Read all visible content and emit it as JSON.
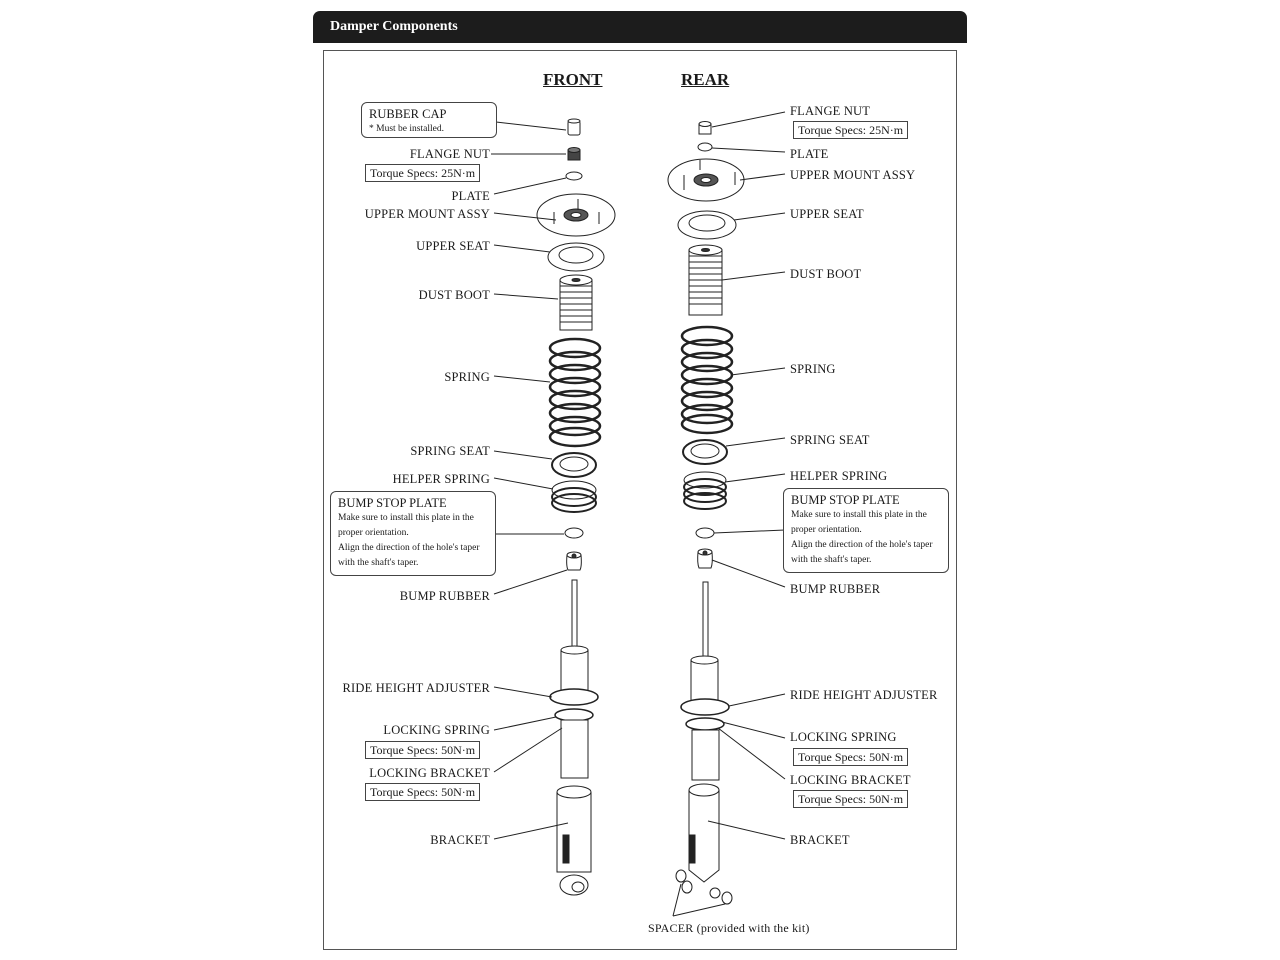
{
  "header": {
    "title": "Damper Components"
  },
  "columns": {
    "front": "FRONT",
    "rear": "REAR"
  },
  "front": {
    "rubber_cap": {
      "title": "RUBBER CAP",
      "note": "* Must be installed."
    },
    "flange_nut": "FLANGE NUT",
    "flange_nut_torque": "Torque Specs: 25N·m",
    "plate": "PLATE",
    "upper_mount": "UPPER MOUNT ASSY",
    "upper_seat": "UPPER SEAT",
    "dust_boot": "DUST BOOT",
    "spring": "SPRING",
    "spring_seat": "SPRING SEAT",
    "helper_spring": "HELPER SPRING",
    "bump_stop": {
      "title": "BUMP STOP PLATE",
      "line1": "Make sure to install this plate in the",
      "line2": "proper orientation.",
      "line3": "Align the direction of the hole's taper",
      "line4": "with the shaft's taper."
    },
    "bump_rubber": "BUMP RUBBER",
    "ride_height": "RIDE HEIGHT ADJUSTER",
    "locking_spring": "LOCKING SPRING",
    "locking_spring_torque": "Torque Specs: 50N·m",
    "locking_bracket": "LOCKING BRACKET",
    "locking_bracket_torque": "Torque Specs: 50N·m",
    "bracket": "BRACKET"
  },
  "rear": {
    "flange_nut": "FLANGE NUT",
    "flange_nut_torque": "Torque Specs: 25N·m",
    "plate": "PLATE",
    "upper_mount": "UPPER MOUNT ASSY",
    "upper_seat": "UPPER SEAT",
    "dust_boot": "DUST BOOT",
    "spring": "SPRING",
    "spring_seat": "SPRING SEAT",
    "helper_spring": "HELPER SPRING",
    "bump_stop": {
      "title": "BUMP STOP PLATE",
      "line1": "Make sure to install this plate in the",
      "line2": "proper orientation.",
      "line3": "Align the direction of the hole's taper",
      "line4": "with the shaft's taper."
    },
    "bump_rubber": "BUMP RUBBER",
    "ride_height": "RIDE HEIGHT ADJUSTER",
    "locking_spring": "LOCKING SPRING",
    "locking_spring_torque": "Torque Specs: 50N·m",
    "locking_bracket": "LOCKING BRACKET",
    "locking_bracket_torque": "Torque Specs: 50N·m",
    "bracket": "BRACKET",
    "spacer": "SPACER (provided with the kit)"
  }
}
